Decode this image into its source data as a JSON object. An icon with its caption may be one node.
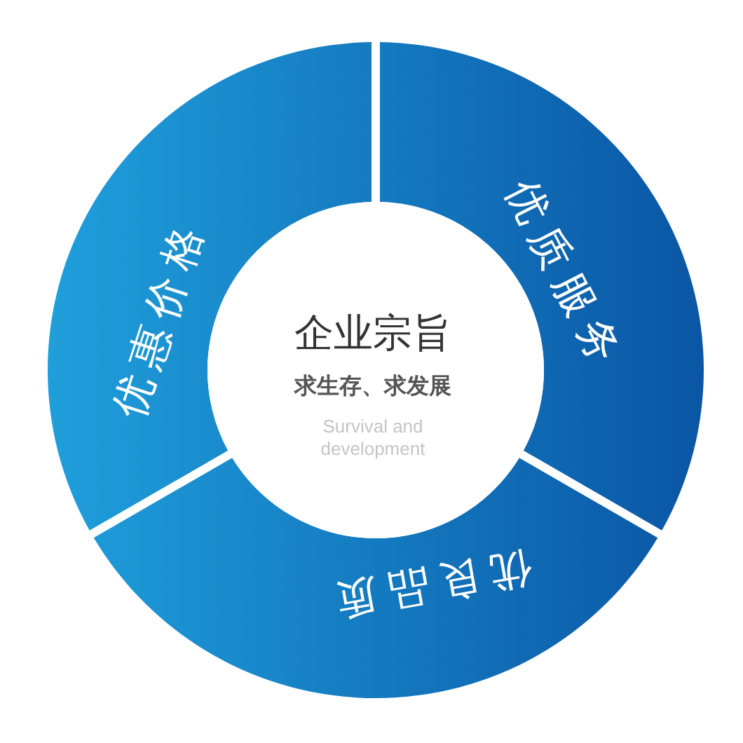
{
  "diagram": {
    "nodes": [
      {
        "text": [
          "企业宗旨",
          "求生存、求发展",
          "Survival and development"
        ]
      },
      {
        "text": [
          "优质服务"
        ]
      },
      {
        "text": [
          "优良品质"
        ]
      },
      {
        "text": [
          "优惠价格"
        ]
      }
    ]
  }
}
